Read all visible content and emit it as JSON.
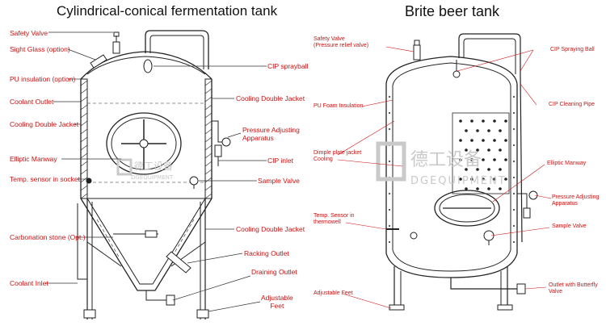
{
  "titles": {
    "left": "Cylindrical-conical fermentation tank",
    "right": "Brite beer tank"
  },
  "left_labels": {
    "safety_valve": "Safety Valve",
    "sight_glass": "Sight Glass (option)",
    "pu_insulation": "PU insulation (option)",
    "coolant_outlet": "Coolant Outlet",
    "cooling_double_jacket_left": "Cooling Double Jacket",
    "elliptic_manway": "Elliptic Manway",
    "temp_sensor": "Temp. sensor in socket",
    "carbonation_stone": "Carbonation stone (Opt.)",
    "coolant_inlet": "Coolant Inlet",
    "cip_sprayball": "CIP sprayball",
    "cooling_double_jacket_right": "Cooling Double Jacket",
    "pressure_adjusting": "Pressure Adjusting\nApparatus",
    "cip_inlet": "CIP inlet",
    "sample_valve": "Sample Valve",
    "cooling_double_jacket_lower": "Cooling Double Jacket",
    "racking_outlet": "Racking Outlet",
    "draining_outlet": "Draining Outlet",
    "adjustable_feet": "Adjustable\nFeet"
  },
  "right_labels": {
    "safety_valve": "Safety Valve\n(Pressure relief valve)",
    "pu_foam": "PU Foam Insulation",
    "dimple_jacket": "Dimple plate jacket\nCooling",
    "temp_sensor": "Temp. Sensor in\nthermowell",
    "adjustable_feet": "Adjustable Feet",
    "cip_spraying_ball": "CIP Spraying Ball",
    "cip_cleaning_pipe": "CIP Cleaning Pipe",
    "elliptic_manway": "Elliptic Manway",
    "pressure_adjusting": "Pressure Adjusting\nApparatus",
    "sample_valve": "Sample Valve",
    "outlet_butterfly": "Outlet with Butterfly\nValve"
  },
  "watermarks": {
    "logo_cn": "德工设备",
    "logo_en": "DGEQUIPMENT"
  },
  "colors": {
    "label": "#d01010",
    "line": "#222222",
    "watermark": "#c9c9c9"
  }
}
